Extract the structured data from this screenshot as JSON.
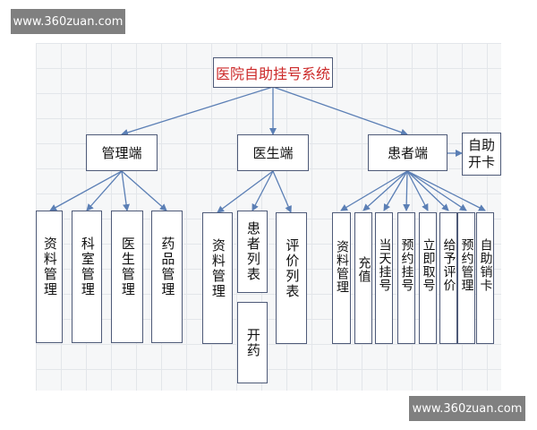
{
  "watermark_top": "www.360zuan.com",
  "watermark_bottom": "www.360zuan.com",
  "root": "医院自助挂号系统",
  "level1": {
    "admin": "管理端",
    "doctor": "医生端",
    "patient": "患者端",
    "self_card": "自助开卡"
  },
  "admin_items": [
    "资料管理",
    "科室管理",
    "医生管理",
    "药品管理"
  ],
  "doctor_items": [
    "资料管理",
    "患者列表",
    "评价列表"
  ],
  "doctor_sub": "开药",
  "patient_items": [
    "资料管理",
    "充值",
    "当天挂号",
    "预约挂号",
    "立即取号",
    "给予评价",
    "预约管理",
    "自助销卡"
  ],
  "colors": {
    "title": "#cc2a2a",
    "line": "#5b7fb5",
    "border": "#4e5a78"
  }
}
